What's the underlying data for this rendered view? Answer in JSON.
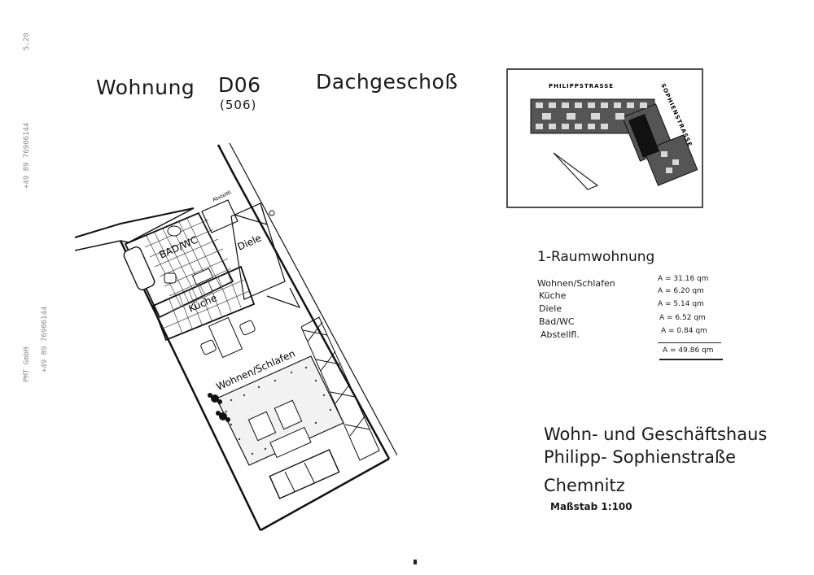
{
  "header": {
    "unit_label": "Wohnung",
    "unit_code": "D06",
    "unit_sub": "(506)",
    "floor": "Dachgeschoß"
  },
  "fax": {
    "left_a": "5.20",
    "left_b": "+49 89 76906144",
    "left_c": "+49 89 76906144",
    "left_d": "PMT GmbH"
  },
  "site_plan": {
    "street_top": "PHILIPPSTRASSE",
    "street_right": "SOPHIENSTRASSE"
  },
  "floor_plan": {
    "rooms": {
      "storage": "Abstellfl.",
      "bath": "BAD/WC",
      "hall": "Diele",
      "kitchen": "Küche",
      "living": "Wohnen/Schlafen"
    }
  },
  "areas": {
    "title": "1-Raumwohnung",
    "rows": [
      {
        "name": "Wohnen/Schlafen",
        "value": "A = 31.16 qm"
      },
      {
        "name": "Küche",
        "value": "A = 6.20 qm"
      },
      {
        "name": "Diele",
        "value": "A = 5.14 qm"
      },
      {
        "name": "Bad/WC",
        "value": "A = 6.52 qm"
      },
      {
        "name": "Abstellfl.",
        "value": "A = 0.84 qm"
      }
    ],
    "total": "A = 49.86 qm"
  },
  "project": {
    "line1": "Wohn- und Geschäftshaus",
    "line2": "Philipp- Sophienstraße",
    "line3": "Chemnitz",
    "scale": "Maßstab 1:100"
  }
}
